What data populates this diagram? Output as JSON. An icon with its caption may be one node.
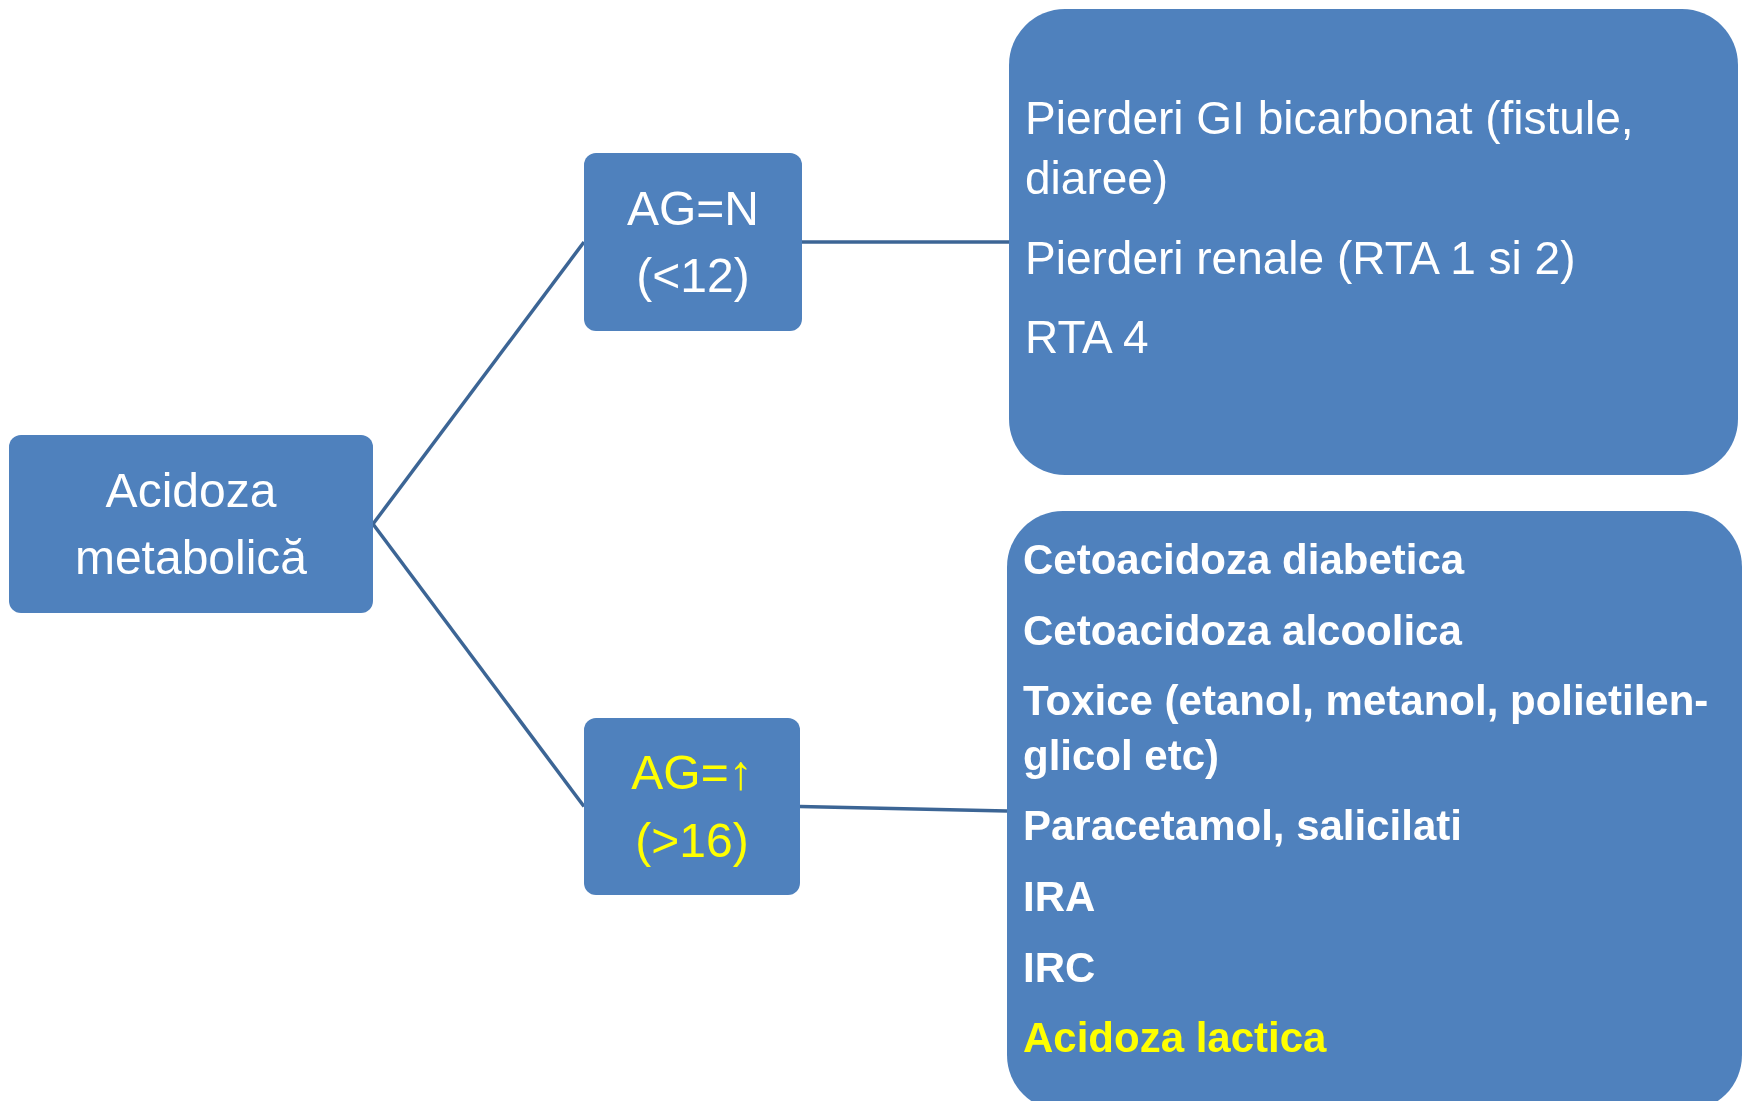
{
  "diagram": {
    "nodes": [
      {
        "text": [
          "Acidoza metabolică"
        ]
      },
      {
        "text": [
          "AG=N (<12)"
        ]
      },
      {
        "text": [
          "AG=↑ (>16)"
        ]
      },
      {
        "text": [
          "Pierderi GI bicarbonat (fistule, diaree)",
          "Pierderi renale (RTA 1 si 2)",
          "RTA 4"
        ]
      },
      {
        "text": [
          "Cetoacidoza diabetica",
          "Cetoacidoza alcoolica",
          "Toxice (etanol, metanol, polietilen-glicol etc)",
          "Paracetamol, salicilati",
          "IRA",
          "IRC",
          "Acidoza lactica"
        ]
      }
    ],
    "edges": [
      {
        "from": 0,
        "to": 1,
        "arrow": "none"
      },
      {
        "from": 0,
        "to": 2,
        "arrow": "none"
      },
      {
        "from": 1,
        "to": 3,
        "arrow": "none"
      },
      {
        "from": 2,
        "to": 4,
        "arrow": "none"
      }
    ]
  }
}
